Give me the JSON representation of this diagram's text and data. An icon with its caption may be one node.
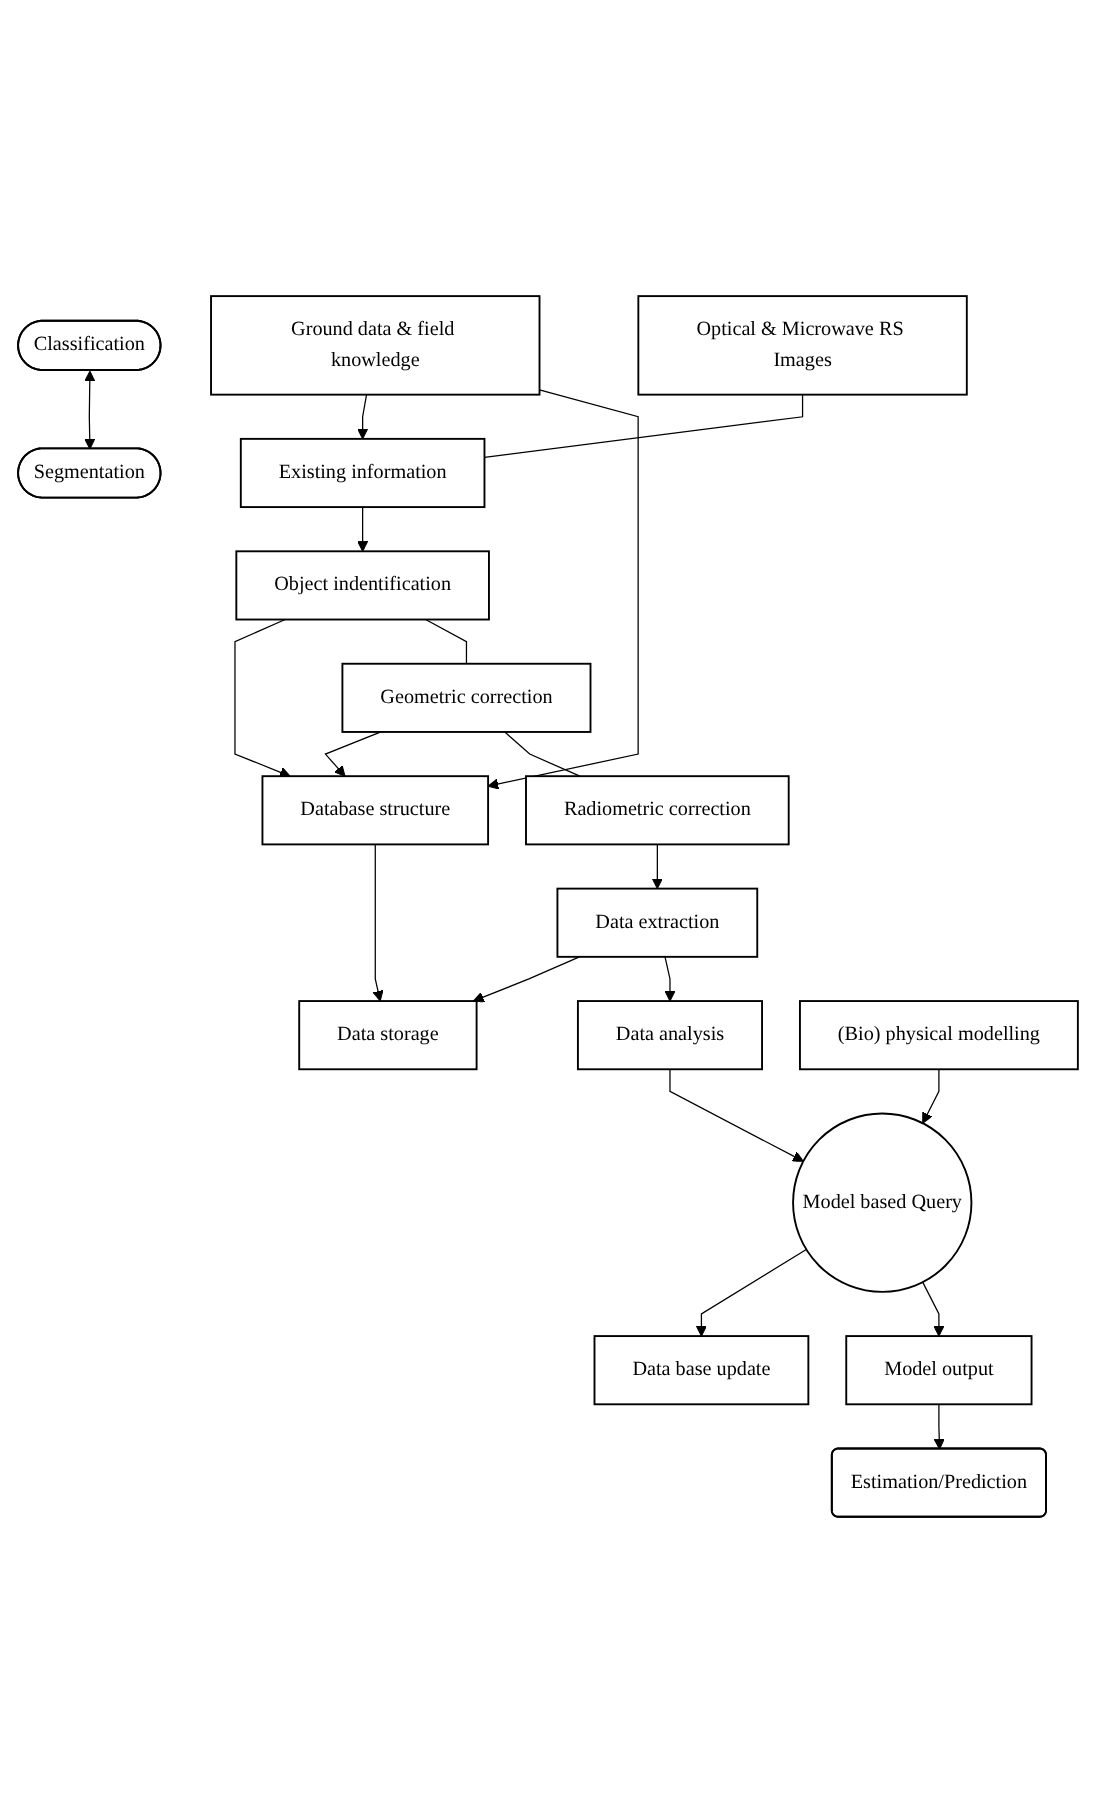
{
  "diagram": {
    "nodes": [
      {
        "text": [
          "Optical & Microwave RS Images"
        ]
      },
      {
        "text": [
          "Ground data & field knowledge"
        ]
      },
      {
        "text": [
          "Existing information"
        ]
      },
      {
        "text": [
          "Classification"
        ]
      },
      {
        "text": [
          "Segmentation"
        ]
      },
      {
        "text": [
          "Object indentification"
        ]
      },
      {
        "text": [
          "Database structure"
        ]
      },
      {
        "text": [
          "Geometric correction"
        ]
      },
      {
        "text": [
          "Radiometric correction"
        ]
      },
      {
        "text": [
          "Data extraction"
        ]
      },
      {
        "text": [
          "Data storage"
        ]
      },
      {
        "text": [
          "Data analysis"
        ]
      },
      {
        "text": [
          "(Bio) physical modelling"
        ]
      },
      {
        "text": [
          "Model based Query"
        ]
      },
      {
        "text": [
          "Data base update"
        ]
      },
      {
        "text": [
          "Model output"
        ]
      },
      {
        "text": [
          "Estimation/Prediction"
        ]
      }
    ],
    "edges": [
      {
        "from": 0,
        "to": 2,
        "arrow": "none"
      },
      {
        "from": 1,
        "to": 2,
        "arrow": "to"
      },
      {
        "from": 1,
        "to": 6,
        "arrow": "to"
      },
      {
        "from": 3,
        "to": 4,
        "arrow": "both"
      },
      {
        "from": 2,
        "to": 5,
        "arrow": "to"
      },
      {
        "from": 5,
        "to": 6,
        "arrow": "to"
      },
      {
        "from": 7,
        "to": 6,
        "arrow": "to"
      },
      {
        "from": 5,
        "to": 7,
        "arrow": "none"
      },
      {
        "from": 7,
        "to": 8,
        "arrow": "none"
      },
      {
        "from": 8,
        "to": 9,
        "arrow": "to"
      },
      {
        "from": 9,
        "to": 10,
        "arrow": "to"
      },
      {
        "from": 6,
        "to": 10,
        "arrow": "to"
      },
      {
        "from": 9,
        "to": 11,
        "arrow": "to"
      },
      {
        "from": 11,
        "to": 13,
        "arrow": "to"
      },
      {
        "from": 12,
        "to": 13,
        "arrow": "to"
      },
      {
        "from": 13,
        "to": 14,
        "arrow": "to"
      },
      {
        "from": 13,
        "to": 15,
        "arrow": "to"
      },
      {
        "from": 15,
        "to": 16,
        "arrow": "to"
      }
    ]
  }
}
